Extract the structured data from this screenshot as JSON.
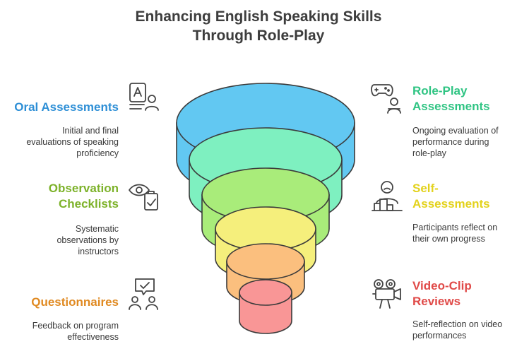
{
  "title_line1": "Enhancing English Speaking Skills",
  "title_line2": "Through Role-Play",
  "layers": [
    {
      "name": "layer-1",
      "color": "#62c8f2"
    },
    {
      "name": "layer-2",
      "color": "#7ef0c0"
    },
    {
      "name": "layer-3",
      "color": "#a9ec7a"
    },
    {
      "name": "layer-4",
      "color": "#f5ef7c"
    },
    {
      "name": "layer-5",
      "color": "#fbbf7e"
    },
    {
      "name": "layer-6",
      "color": "#f99696"
    }
  ],
  "items": {
    "oral": {
      "heading": "Oral Assessments",
      "desc1": "Initial and final",
      "desc2": "evaluations of speaking",
      "desc3": "proficiency",
      "color": "#2e8fd6",
      "icon": "exam-person-icon"
    },
    "checklists": {
      "heading1": "Observation",
      "heading2": "Checklists",
      "desc1": "Systematic",
      "desc2": "observations by",
      "desc3": "instructors",
      "color": "#7db22a",
      "icon": "eye-checklist-icon"
    },
    "questionnaires": {
      "heading": "Questionnaires",
      "desc1": "Feedback on program",
      "desc2": "effectiveness",
      "color": "#e08a22",
      "icon": "feedback-people-icon"
    },
    "roleplay": {
      "heading1": "Role-Play",
      "heading2": "Assessments",
      "desc1": "Ongoing evaluation of",
      "desc2": "performance during",
      "desc3": "role-play",
      "color": "#2fc483",
      "icon": "gamepad-person-icon"
    },
    "self": {
      "heading1": "Self-",
      "heading2": "Assessments",
      "desc1": "Participants reflect on",
      "desc2": "their own progress",
      "color": "#e3d21c",
      "icon": "person-chart-icon"
    },
    "video": {
      "heading1": "Video-Clip",
      "heading2": "Reviews",
      "desc1": "Self-reflection on video",
      "desc2": "performances",
      "color": "#e04a48",
      "icon": "video-camera-icon"
    }
  }
}
